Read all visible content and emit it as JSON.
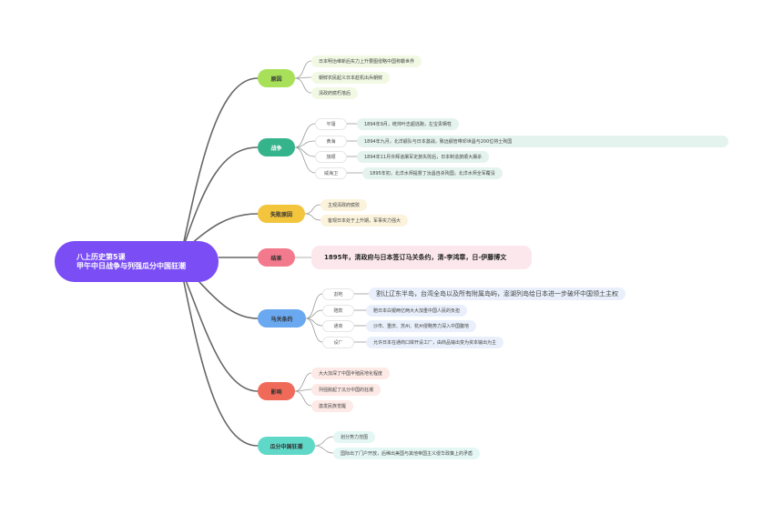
{
  "root": {
    "line1": "八上历史第5课",
    "line2": "甲午中日战争与列强瓜分中国狂潮"
  },
  "branches": {
    "yuanyin": {
      "label": "原因",
      "color": "#a8e05a",
      "items": [
        "日本明治维新后实力上升要图侵略中国称霸世界",
        "朝鲜农民起义日本趁机出兵朝鲜",
        "清政府腐朽落后"
      ]
    },
    "zhanzheng": {
      "label": "战争",
      "color": "#35b38a",
      "items": [
        {
          "tag": "平壤",
          "text": "1894年9月，统帅叶志超逃跑，左宝贵牺牲"
        },
        {
          "tag": "黄海",
          "text": "1894年九月，北洋舰队与日本激战，致远舰管带邓世昌与200位将士殉国"
        },
        {
          "tag": "旅顺",
          "text": "1894年11月许辉道屠军定旅失败后，日本制造旅顺大屠杀"
        },
        {
          "tag": "威海卫",
          "text": "1895年初，北洋水师提督丁汝昌自杀殉国，北洋水师全军覆没"
        }
      ]
    },
    "shibai": {
      "label": "失败原因",
      "color": "#f2c53d",
      "items": [
        "主观清政府腐败",
        "客观日本处于上升期，军事实力强大"
      ]
    },
    "jieguo": {
      "label": "结果",
      "color": "#f27a8c",
      "text": "1895年，清政府与日本签订马关条约，清-李鸿章，日-伊藤博文"
    },
    "maguan": {
      "label": "马关条约",
      "color": "#6aa8f0",
      "items": [
        {
          "tag": "割地",
          "text": "割让辽东半岛，台湾全岛以及所有附属岛屿，澎湖列岛给日本进一步破坏中国领土主权"
        },
        {
          "tag": "赔款",
          "text": "赔日本白银两亿两大大加重中国人民的负担"
        },
        {
          "tag": "通商",
          "text": "沙市、重庆、苏州、杭州侵略势力深入中国腹地"
        },
        {
          "tag": "设厂",
          "text": "允许日本在通商口岸开设工厂，由商品输出变为资本输出为主"
        }
      ]
    },
    "yingxiang": {
      "label": "影响",
      "color": "#f06a5a",
      "items": [
        "大大加深了中国半殖民地化程度",
        "列强掀起了瓜分中国的狂潮",
        "激发民族觉醒"
      ]
    },
    "guafen": {
      "label": "瓜分中国狂潮",
      "color": "#5fd8c8",
      "items": [
        "划分势力范围",
        "国际出了门户开放，后稀出美国与其他帝国主义侵华政策上的矛盾"
      ]
    }
  }
}
